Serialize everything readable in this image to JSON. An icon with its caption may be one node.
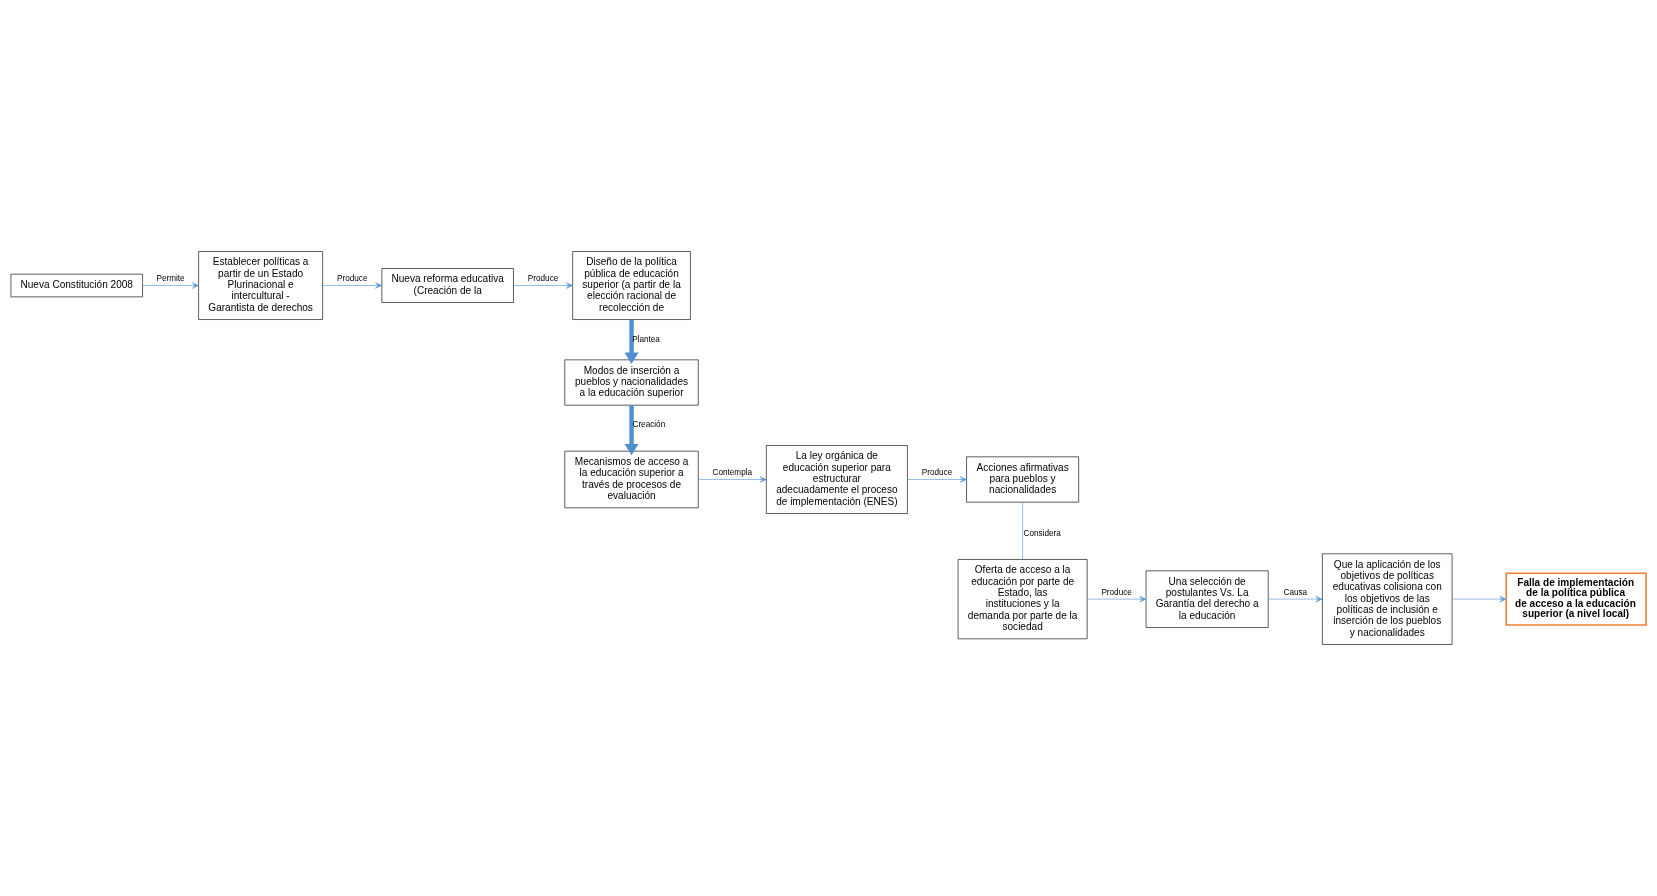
{
  "diagram": {
    "nodes": [
      {
        "text": [
          "Nueva Constitución 2008"
        ]
      },
      {
        "text": [
          "Establecer políticas a partir de un Estado Plurinacional e intercultural - Garantista de derechos"
        ]
      },
      {
        "text": [
          "Nueva reforma educativa (Creación de la"
        ]
      },
      {
        "text": [
          "Diseño de la política pública de educación superior (a partir de la elección racional de recolección de"
        ]
      },
      {
        "text": [
          "Modos de inserción a pueblos y nacionalidades a la educación superior"
        ]
      },
      {
        "text": [
          "Mecanismos de acceso a la educación superior a través de procesos de evaluación"
        ]
      },
      {
        "text": [
          "La ley orgánica de educación superior para estructurar adecuadamente el proceso de implementación (ENES)"
        ]
      },
      {
        "text": [
          "Acciones afirmativas para pueblos y nacionalidades"
        ]
      },
      {
        "text": [
          "Oferta de acceso a la educación por parte de Estado, las instituciones y la demanda por parte de la sociedad"
        ]
      },
      {
        "text": [
          "Una selección de postulantes Vs. La Garantía del derecho a la educación"
        ]
      },
      {
        "text": [
          "Que la aplicación de los objetivos de políticas educativas colisiona con los objetivos de las políticas de inclusión e inserción de los pueblos y nacionalidades"
        ]
      },
      {
        "text": [
          "Falla de implementación de la política pública de acceso a la educación superior (a nivel local)"
        ]
      }
    ],
    "edges": [
      {
        "from": 0,
        "to": 1,
        "arrow": "to",
        "label": "Permite"
      },
      {
        "from": 1,
        "to": 2,
        "arrow": "to",
        "label": "Produce"
      },
      {
        "from": 2,
        "to": 3,
        "arrow": "to",
        "label": "Produce"
      },
      {
        "from": 3,
        "to": 4,
        "arrow": "to",
        "label": "Plantea",
        "style": "thick"
      },
      {
        "from": 4,
        "to": 5,
        "arrow": "to",
        "label": "Creación",
        "style": "thick"
      },
      {
        "from": 5,
        "to": 6,
        "arrow": "to",
        "label": "Contempla"
      },
      {
        "from": 6,
        "to": 7,
        "arrow": "to",
        "label": "Produce"
      },
      {
        "from": 7,
        "to": 8,
        "arrow": "none",
        "label": "Considera"
      },
      {
        "from": 8,
        "to": 9,
        "arrow": "to",
        "label": "Produce"
      },
      {
        "from": 9,
        "to": 10,
        "arrow": "to",
        "label": "Causa"
      },
      {
        "from": 10,
        "to": 11,
        "arrow": "to"
      }
    ]
  }
}
